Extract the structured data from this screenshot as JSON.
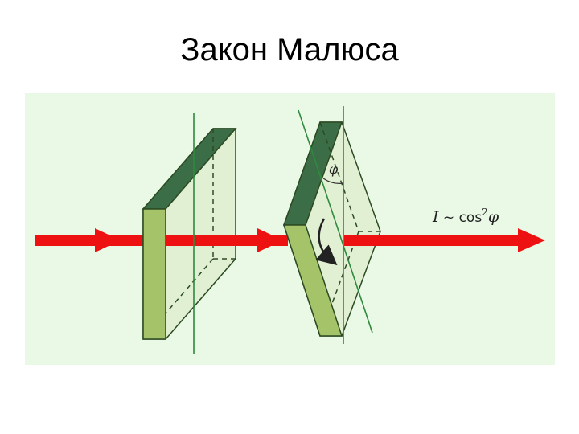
{
  "slide": {
    "title": "Закон Малюса"
  },
  "diagram": {
    "intensity_label": {
      "symbol": "I",
      "relation": " ~ cos",
      "power": "2",
      "angle": "φ"
    },
    "angle_label": "φ",
    "colors": {
      "background": "#eaf8e6",
      "beam": "#ee1111",
      "plate_face": "#a5c46a",
      "plate_top": "#3b6e47",
      "plate_glass": "#dfefcf",
      "plate_edge": "#2c4a22",
      "axis_line": "#2e8a3e"
    }
  }
}
